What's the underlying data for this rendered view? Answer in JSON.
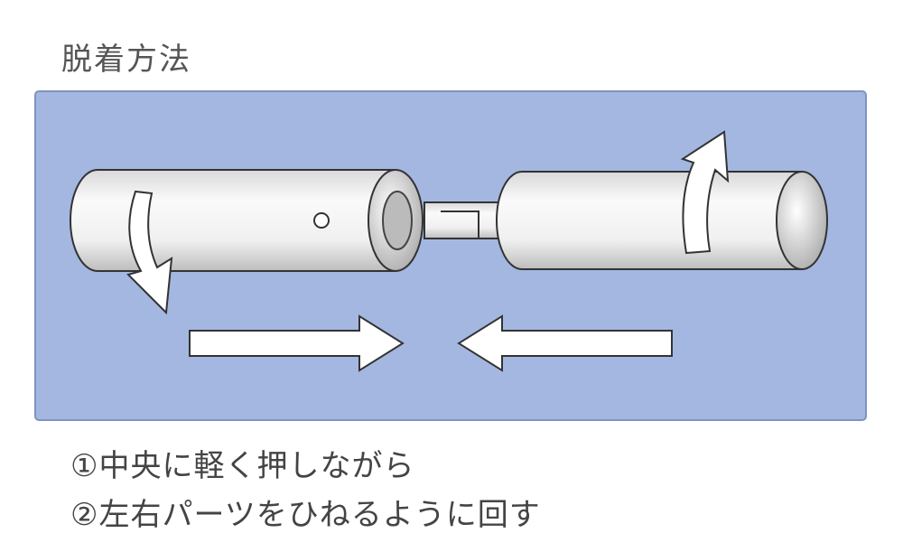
{
  "title": "脱着方法",
  "steps": [
    "①中央に軽く押しながら",
    "②左右パーツをひねるように回す"
  ],
  "colors": {
    "panel": "#a3b7e0",
    "panel_border": "#7f93c0",
    "cylinder": "#f2f2f2",
    "outline": "#333333"
  }
}
